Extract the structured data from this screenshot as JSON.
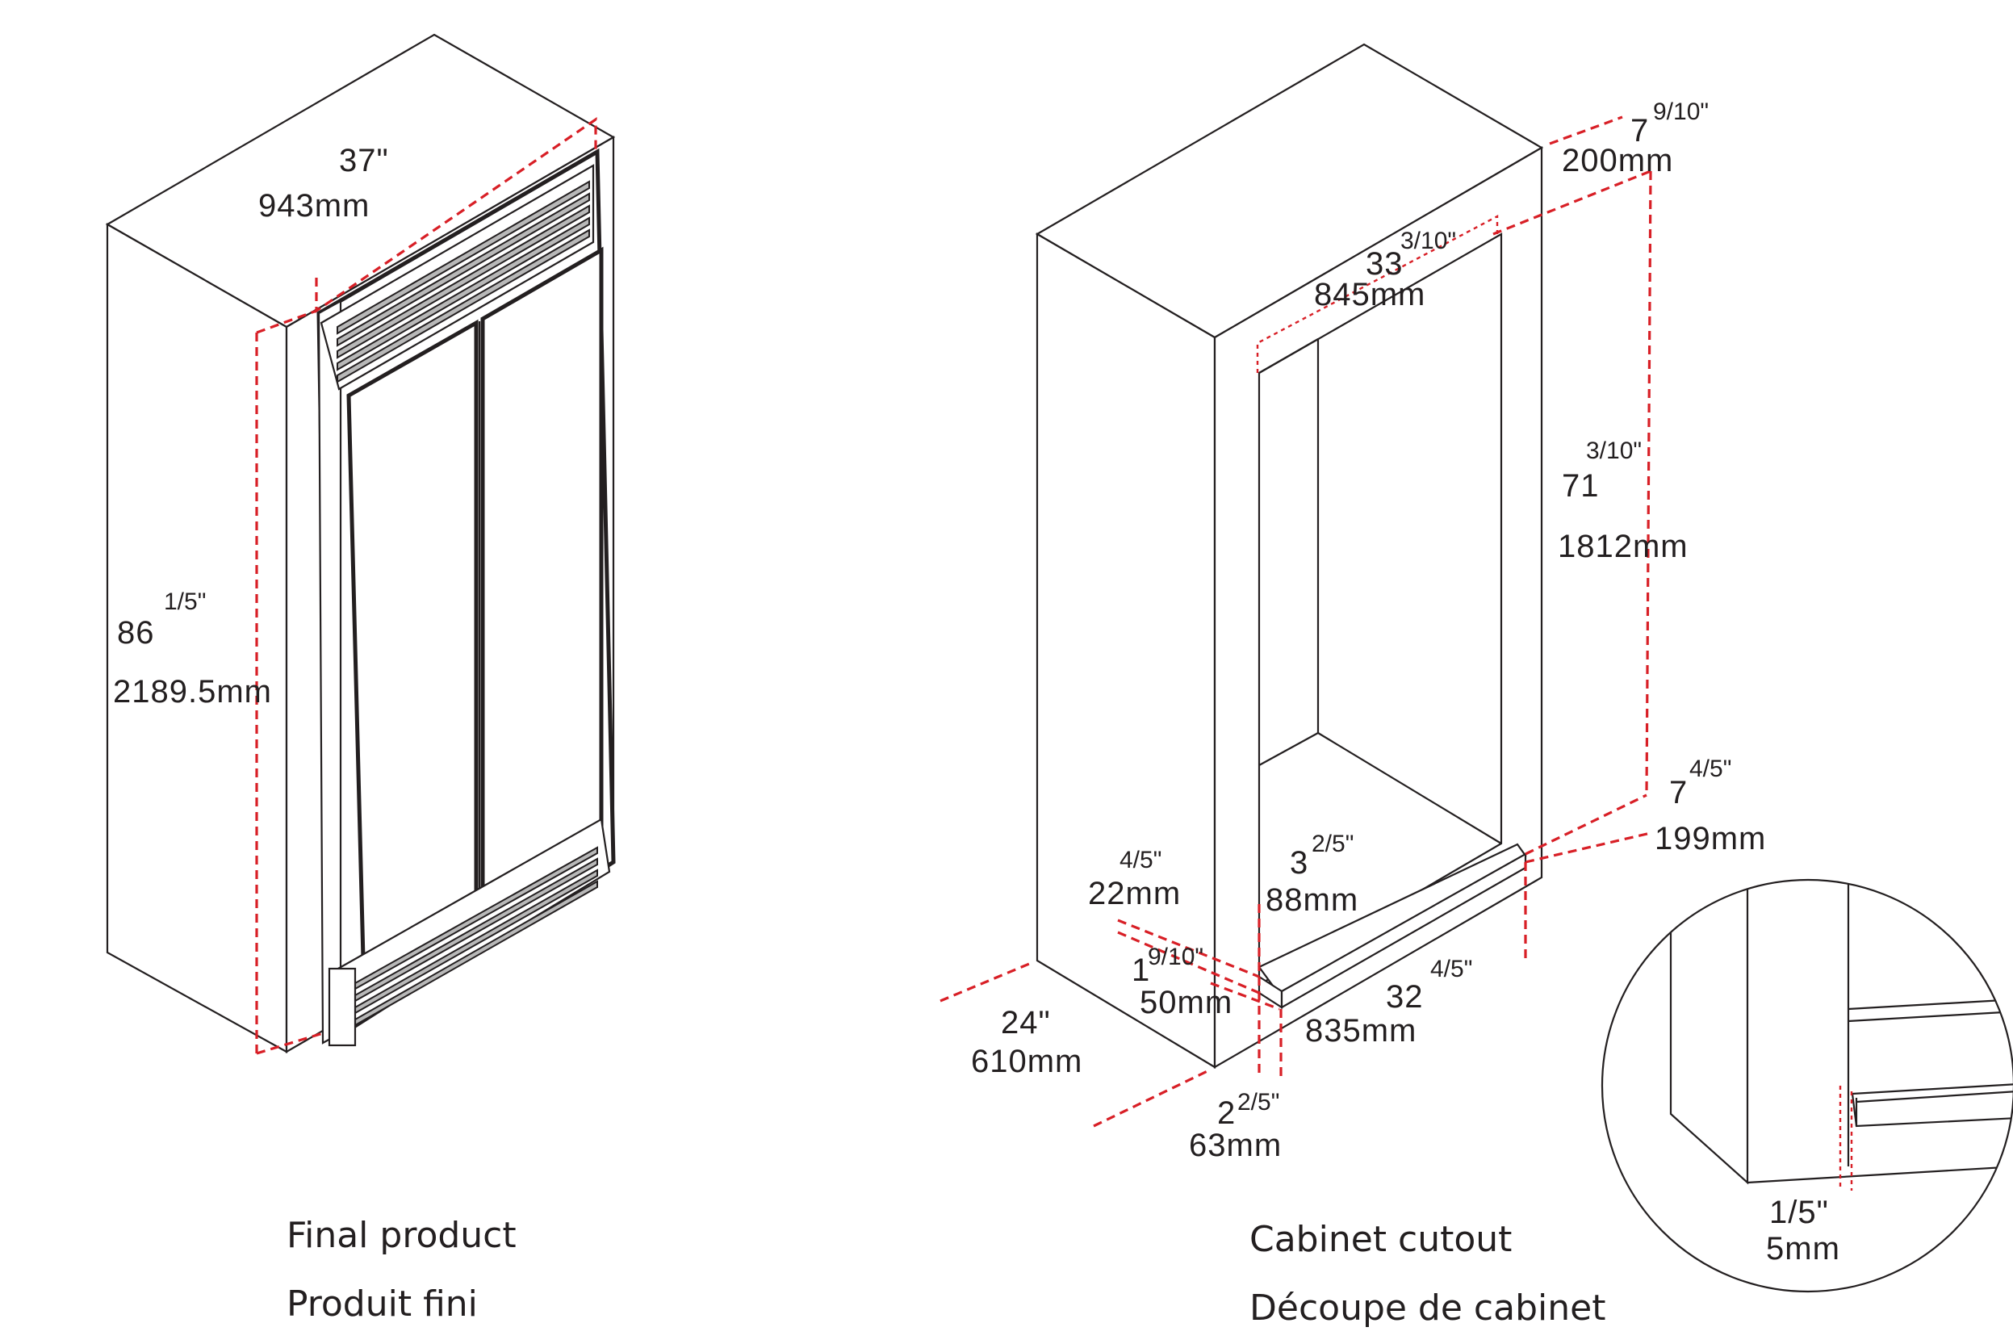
{
  "colors": {
    "line": "#231f20",
    "dimension": "#d81f26",
    "background": "#ffffff"
  },
  "final_product": {
    "caption_en": "Final product",
    "caption_fr": "Produit fini",
    "width_in": "37\"",
    "width_mm": "943mm",
    "height_in_whole": "86",
    "height_in_frac": "1/5\"",
    "height_mm": "2189.5mm"
  },
  "cabinet_cutout": {
    "caption_en": "Cabinet cutout",
    "caption_fr": "Découpe de cabinet",
    "top_offset_in_whole": "7",
    "top_offset_in_frac": "9/10\"",
    "top_offset_mm": "200mm",
    "opening_width_in_whole": "33",
    "opening_width_in_frac": "3/10\"",
    "opening_width_mm": "845mm",
    "opening_height_in_whole": "71",
    "opening_height_in_frac": "3/10\"",
    "opening_height_mm": "1812mm",
    "side_offset_in_whole": "7",
    "side_offset_in_frac": "4/5\"",
    "side_offset_mm": "199mm",
    "toe_in_whole": "3",
    "toe_in_frac": "2/5\"",
    "toe_mm": "88mm",
    "reveal_in_frac": "4/5\"",
    "reveal_mm": "22mm",
    "base_in_whole": "1",
    "base_in_frac": "9/10\"",
    "base_mm": "50mm",
    "depth_in": "24\"",
    "depth_mm": "610mm",
    "bottom_width_in_whole": "32",
    "bottom_width_in_frac": "4/5\"",
    "bottom_width_mm": "835mm",
    "front_in_whole": "2",
    "front_in_frac": "2/5\"",
    "front_mm": "63mm"
  },
  "detail": {
    "gap_in": "1/5\"",
    "gap_mm": "5mm"
  }
}
